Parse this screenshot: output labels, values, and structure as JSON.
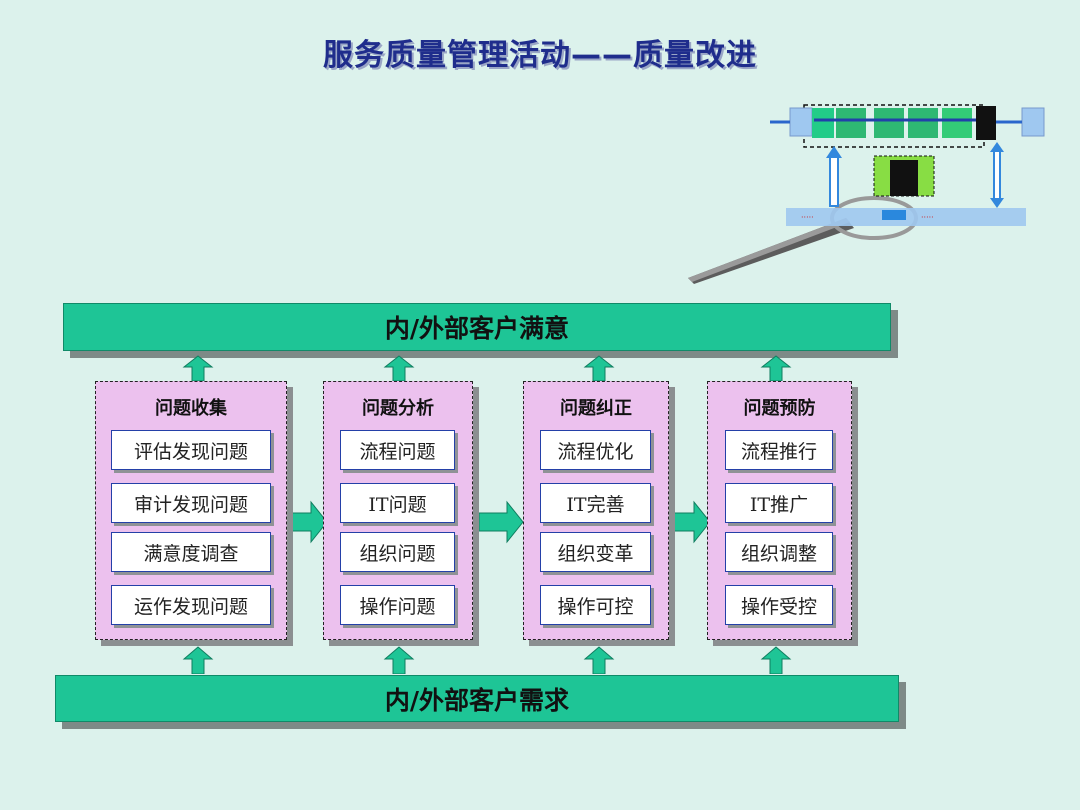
{
  "title": "服务质量管理活动——质量改进",
  "top_bar": "内/外部客户满意",
  "bottom_bar": "内/外部客户需求",
  "groups": [
    {
      "title": "问题收集",
      "items": [
        "评估发现问题",
        "审计发现问题",
        "满意度调查",
        "运作发现问题"
      ]
    },
    {
      "title": "问题分析",
      "items": [
        "流程问题",
        "IT问题",
        "组织问题",
        "操作问题"
      ]
    },
    {
      "title": "问题纠正",
      "items": [
        "流程优化",
        "IT完善",
        "组织变革",
        "操作可控"
      ]
    },
    {
      "title": "问题预防",
      "items": [
        "流程推行",
        "IT推广",
        "组织调整",
        "操作受控"
      ]
    }
  ],
  "colors": {
    "background": "#dcf2ec",
    "bar_green": "#1ec596",
    "group_pink": "#ecc1ee",
    "title_blue": "#1f2d8c",
    "item_border": "#2440a8"
  }
}
